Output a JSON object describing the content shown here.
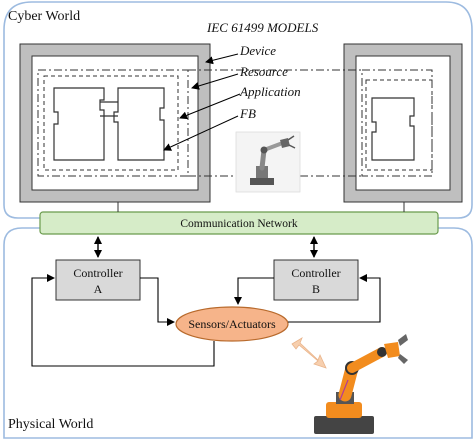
{
  "zones": {
    "cyber": "Cyber World",
    "physical": "Physical World"
  },
  "model_title": "IEC 61499 MODELS",
  "model_labels": {
    "device": "Device",
    "resource": "Resource",
    "application": "Application",
    "fb": "FB"
  },
  "network": "Communication Network",
  "controller_a": {
    "line1": "Controller",
    "line2": "A"
  },
  "controller_b": {
    "line1": "Controller",
    "line2": "B"
  },
  "sensors": "Sensors/Actuators",
  "colors": {
    "zone_border": "#9dbbe0",
    "device_fill": "#bfbfbf",
    "network_fill": "#d6ecc8",
    "network_border": "#6a9b4d",
    "controller_fill": "#d9d9d9",
    "sensors_fill": "#f6b48a",
    "sensors_border": "#b86a2c",
    "robot_orange": "#f28c1e",
    "arrow_fill": "#f7cfae"
  }
}
